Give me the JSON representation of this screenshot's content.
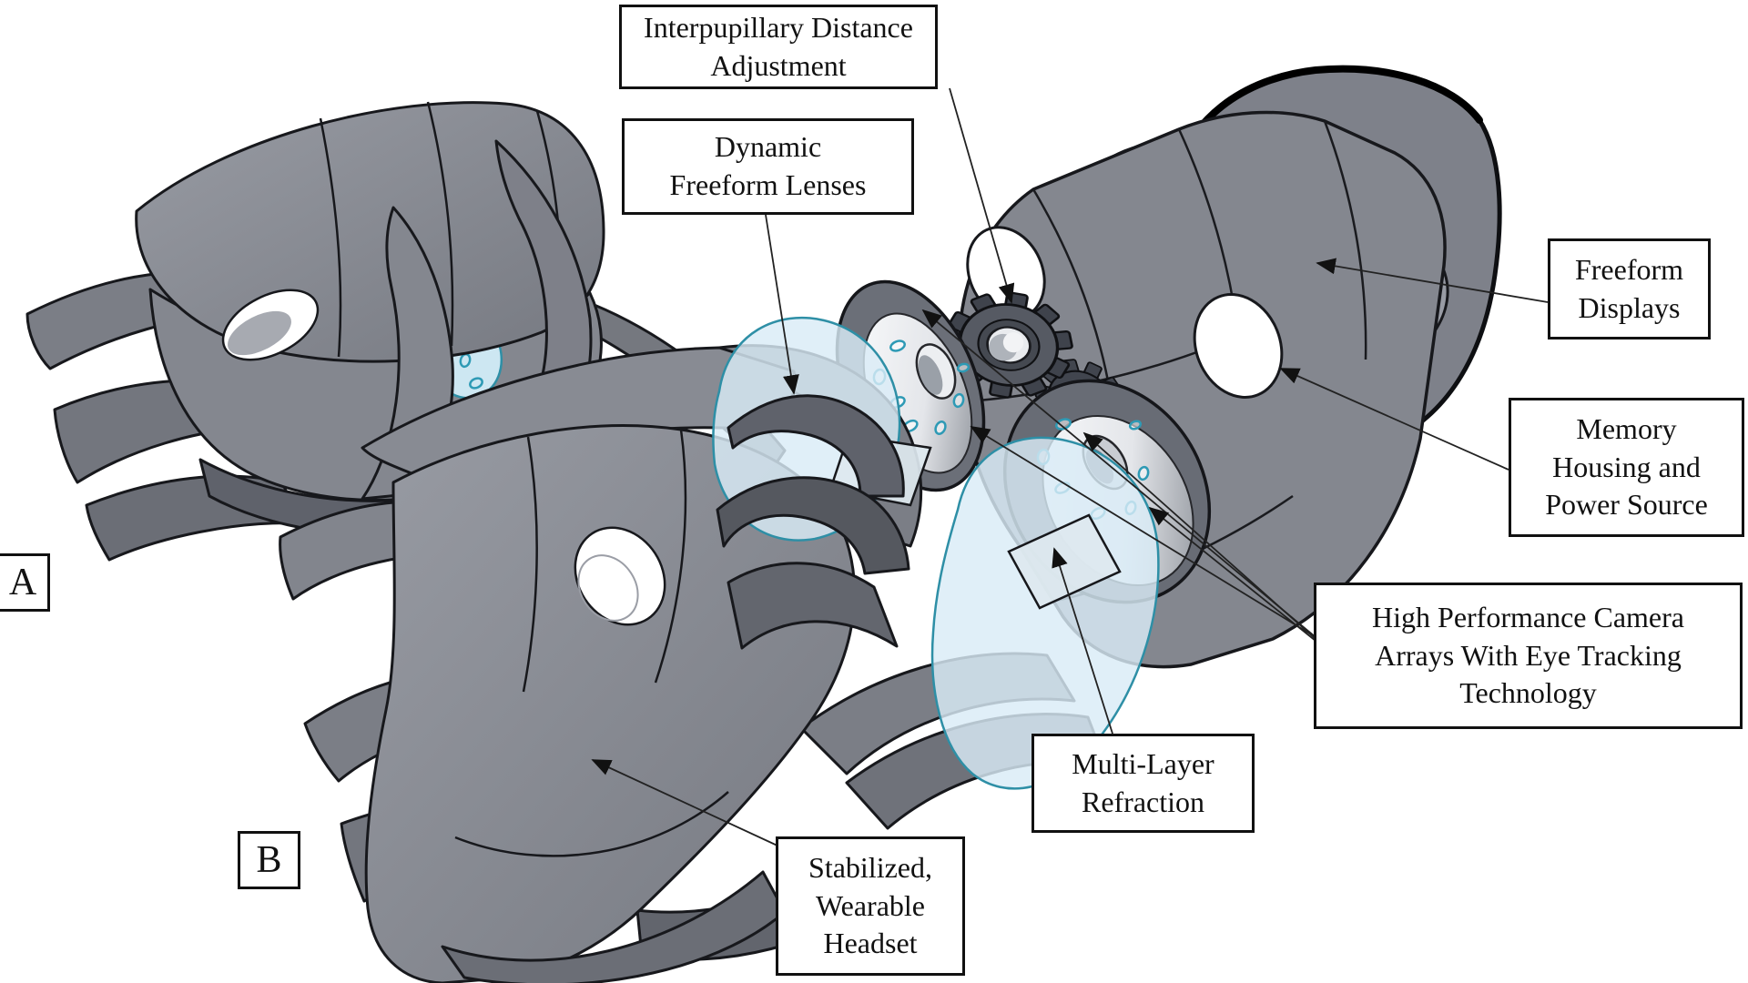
{
  "figure": {
    "type": "exploded-view headset diagram",
    "panel_labels": {
      "a": "A",
      "b": "B"
    },
    "callouts": {
      "interpupillary": "Interpupillary Distance\nAdjustment",
      "dynamic_lenses": "Dynamic\nFreeform Lenses",
      "freeform_displays": "Freeform\nDisplays",
      "memory_power": "Memory\nHousing and\nPower Source",
      "camera_arrays": "High Performance Camera\nArrays With Eye Tracking\nTechnology",
      "multilayer": "Multi-Layer\nRefraction",
      "stabilized": "Stabilized,\nWearable\nHeadset"
    },
    "colors": {
      "background": "#ffffff",
      "body_gray": "#84878f",
      "dark_gray": "#5f626b",
      "outline": "#17181c",
      "lens_fill": "#d9ecf6",
      "teal_accent": "#2e8fa6",
      "display_face": "#5e7c8d",
      "eye_tracking_dot": "#2e9ab5"
    }
  }
}
